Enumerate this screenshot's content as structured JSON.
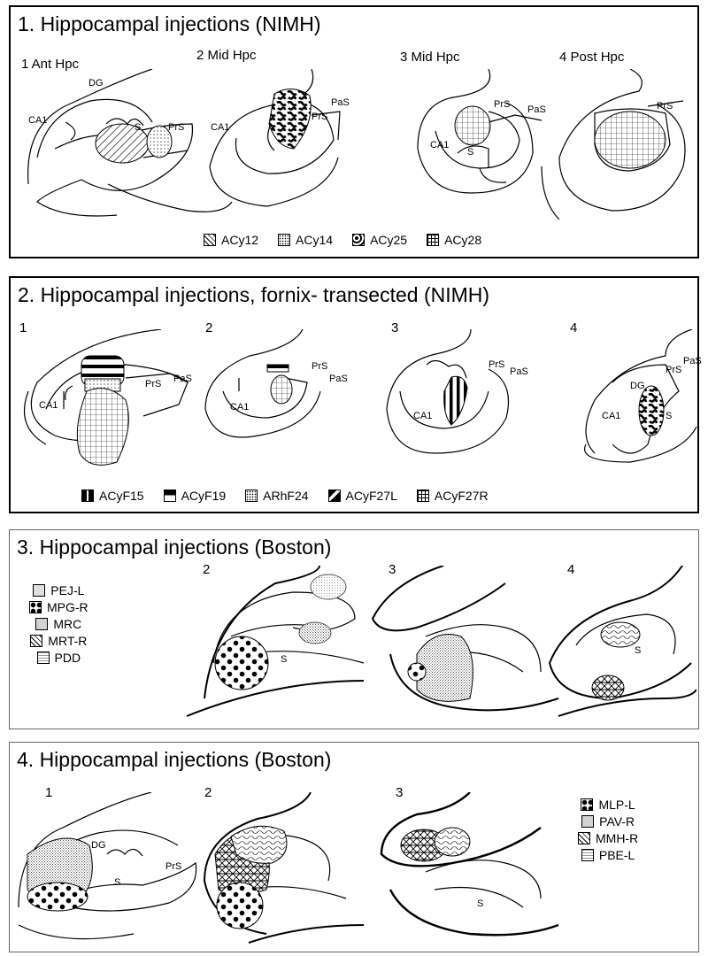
{
  "panel1": {
    "title": "1. Hippocampal injections (NIMH)",
    "sections": [
      "1 Ant Hpc",
      "2 Mid Hpc",
      "3 Mid Hpc",
      "4 Post Hpc"
    ],
    "labels": {
      "dg": "DG",
      "ca1": "CA1",
      "s": "S",
      "prs": "PrS",
      "pas": "PaS"
    },
    "legend": [
      {
        "label": "ACy12",
        "pattern": "hatch"
      },
      {
        "label": "ACy14",
        "pattern": "dots"
      },
      {
        "label": "ACy25",
        "pattern": "blobs"
      },
      {
        "label": "ACy28",
        "pattern": "grid"
      }
    ]
  },
  "panel2": {
    "title": "2. Hippocampal injections, fornix- transected (NIMH)",
    "sections": [
      "1",
      "2",
      "3",
      "4"
    ],
    "labels": {
      "dg": "DG",
      "ca1": "CA1",
      "s": "S",
      "prs": "PrS",
      "pas": "PaS"
    },
    "legend": [
      {
        "label": "ACyF15",
        "pattern": "vbars"
      },
      {
        "label": "ACyF19",
        "pattern": "hbars"
      },
      {
        "label": "ARhF24",
        "pattern": "dots"
      },
      {
        "label": "ACyF27L",
        "pattern": "blobs"
      },
      {
        "label": "ACyF27R",
        "pattern": "grid"
      }
    ]
  },
  "panel3": {
    "title": "3. Hippocampal injections (Boston)",
    "sections": [
      "2",
      "3",
      "4"
    ],
    "labels": {
      "s": "S"
    },
    "legend": [
      {
        "label": "PEJ-L",
        "pattern": "fine"
      },
      {
        "label": "MPG-R",
        "pattern": "bigdots"
      },
      {
        "label": "MRC",
        "pattern": "stipple"
      },
      {
        "label": "MRT-R",
        "pattern": "cross"
      },
      {
        "label": "PDD",
        "pattern": "wavy"
      }
    ]
  },
  "panel4": {
    "title": "4. Hippocampal injections (Boston)",
    "sections": [
      "1",
      "2",
      "3"
    ],
    "labels": {
      "dg": "DG",
      "s": "S",
      "prs": "PrS"
    },
    "legend": [
      {
        "label": "MLP-L",
        "pattern": "bigdots"
      },
      {
        "label": "PAV-R",
        "pattern": "stipple"
      },
      {
        "label": "MMH-R",
        "pattern": "cross"
      },
      {
        "label": "PBE-L",
        "pattern": "wavy"
      }
    ]
  }
}
